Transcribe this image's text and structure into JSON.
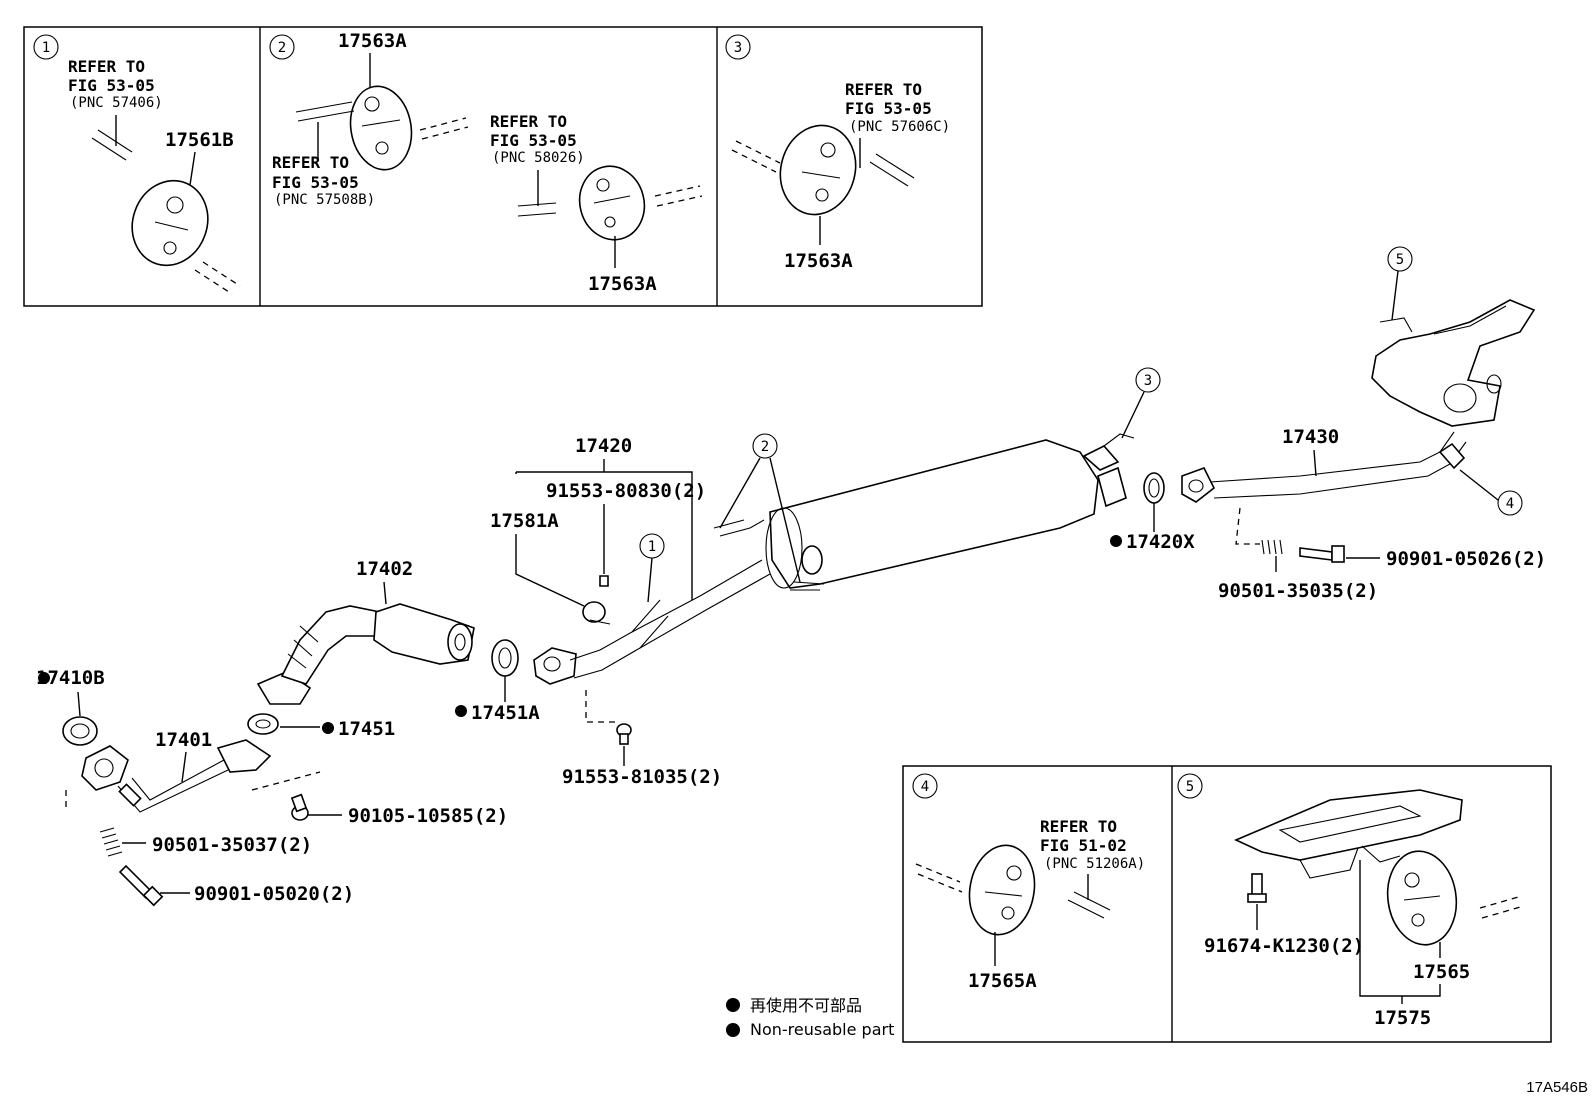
{
  "insets": {
    "i1": {
      "num": "1",
      "refer": "REFER TO",
      "fig": "FIG 53-05",
      "pnc": "(PNC 57406)",
      "part": "17561B"
    },
    "i2": {
      "num": "2",
      "part_top": "17563A",
      "refer_a": "REFER TO",
      "fig_a": "FIG 53-05",
      "pnc_a": "(PNC 57508B)",
      "refer_b": "REFER TO",
      "fig_b": "FIG 53-05",
      "pnc_b": "(PNC 58026)",
      "part_bottom": "17563A"
    },
    "i3": {
      "num": "3",
      "refer": "REFER TO",
      "fig": "FIG 53-05",
      "pnc": "(PNC 57606C)",
      "part": "17563A"
    },
    "i4": {
      "num": "4",
      "refer": "REFER TO",
      "fig": "FIG 51-02",
      "pnc": "(PNC 51206A)",
      "part": "17565A"
    },
    "i5": {
      "num": "5",
      "bolt": "91674-K1230(2)",
      "part": "17565",
      "assy": "17575"
    }
  },
  "main": {
    "callouts": {
      "c1": "1",
      "c2": "2",
      "c3": "3",
      "c4": "4",
      "c5": "5"
    },
    "parts": {
      "p17420": "17420",
      "p91553_80830": "91553-80830(2)",
      "p17581A": "17581A",
      "p17402": "17402",
      "p17410B": "17410B",
      "p17401": "17401",
      "p17451": "17451",
      "p17451A": "17451A",
      "p91553_81035": "91553-81035(2)",
      "p90105": "90105-10585(2)",
      "p90501_37": "90501-35037(2)",
      "p90901_20": "90901-05020(2)",
      "p17430": "17430",
      "p17420X": "17420X",
      "p90501_35": "90501-35035(2)",
      "p90901_26": "90901-05026(2)"
    }
  },
  "legend": {
    "jp": "再使用不可部品",
    "en": "Non-reusable part"
  },
  "figure_code": "17A546B"
}
